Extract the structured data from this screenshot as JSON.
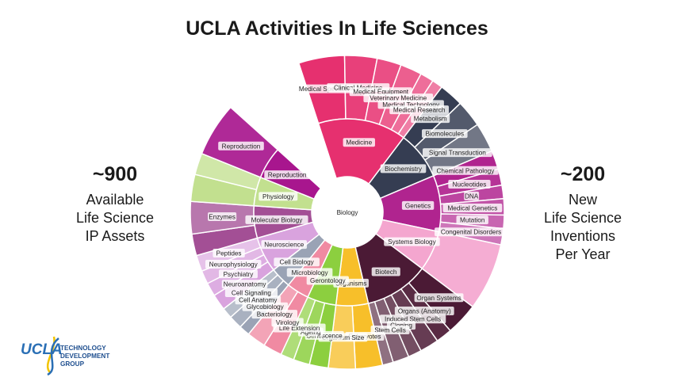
{
  "title": "UCLA Activities In Life Sciences",
  "left_stat": {
    "number": "~900",
    "lines": [
      "Available",
      "Life Science",
      "IP Assets"
    ]
  },
  "right_stat": {
    "number": "~200",
    "lines": [
      "New",
      "Life Science",
      "Inventions",
      "Per Year"
    ]
  },
  "logo": {
    "wordmark": "UCLA",
    "line1": "TECHNOLOGY",
    "line2": "DEVELOPMENT",
    "line3": "GROUP"
  },
  "chart_data": {
    "type": "sunburst",
    "title": "UCLA Activities In Life Sciences",
    "center_label": "Biology",
    "categories": [
      {
        "name": "Medicine",
        "color": "#e6306f",
        "sweep_deg": 55,
        "children": [
          {
            "name": "Medical Specialties",
            "sweep_deg": 17
          },
          {
            "name": "Clinical Medicine",
            "sweep_deg": 12
          },
          {
            "name": "Medical Equipment",
            "sweep_deg": 9
          },
          {
            "name": "Veterinary Medicine",
            "sweep_deg": 8
          },
          {
            "name": "Medical Technology",
            "sweep_deg": 5
          },
          {
            "name": "Medical Research",
            "sweep_deg": 4
          }
        ]
      },
      {
        "name": "Biochemistry",
        "color": "#353d52",
        "sweep_deg": 30,
        "children": [
          {
            "name": "Metabolism",
            "sweep_deg": 9
          },
          {
            "name": "Biomolecules",
            "sweep_deg": 10
          },
          {
            "name": "Signal Transduction",
            "sweep_deg": 11
          }
        ]
      },
      {
        "name": "Genetics",
        "color": "#b0248f",
        "sweep_deg": 35,
        "children": [
          {
            "name": "Chemical Pathology",
            "sweep_deg": 7
          },
          {
            "name": "Nucleotides",
            "sweep_deg": 6
          },
          {
            "name": "DNA",
            "sweep_deg": 5
          },
          {
            "name": "Medical Genetics",
            "sweep_deg": 6
          },
          {
            "name": "Mutation",
            "sweep_deg": 5
          },
          {
            "name": "Congenital Disorders",
            "sweep_deg": 6
          }
        ]
      },
      {
        "name": "Systems Biology",
        "color": "#f4a6cf",
        "sweep_deg": 25,
        "children": [
          {
            "name": "",
            "sweep_deg": 25
          }
        ]
      },
      {
        "name": "Biotech",
        "color": "#4b1a35",
        "sweep_deg": 40,
        "children": [
          {
            "name": "Organ Systems",
            "sweep_deg": 12
          },
          {
            "name": "Organs (Anatomy)",
            "sweep_deg": 6
          },
          {
            "name": "Induced Stem Cells",
            "sweep_deg": 7
          },
          {
            "name": "Cloning",
            "sweep_deg": 5
          },
          {
            "name": "Stem Cells",
            "sweep_deg": 6
          },
          {
            "name": "",
            "sweep_deg": 4
          }
        ]
      },
      {
        "name": "Organisms",
        "color": "#f7bf2a",
        "sweep_deg": 20,
        "children": [
          {
            "name": "Eukaryotes",
            "sweep_deg": 10
          },
          {
            "name": "Organism Size",
            "sweep_deg": 10
          }
        ]
      },
      {
        "name": "Gerontology",
        "color": "#8ccf3f",
        "sweep_deg": 18,
        "children": [
          {
            "name": "Senescence",
            "sweep_deg": 7
          },
          {
            "name": "Ageing",
            "sweep_deg": 6
          },
          {
            "name": "Life Extension",
            "sweep_deg": 5
          }
        ]
      },
      {
        "name": "Microbiology",
        "color": "#f08aa2",
        "sweep_deg": 14,
        "children": [
          {
            "name": "Virology",
            "sweep_deg": 7
          },
          {
            "name": "Bacteriology",
            "sweep_deg": 7
          }
        ]
      },
      {
        "name": "Cell Biology",
        "color": "#9aa3b5",
        "sweep_deg": 13,
        "children": [
          {
            "name": "Glycobiology",
            "sweep_deg": 4
          },
          {
            "name": "Cell Anatomy",
            "sweep_deg": 5
          },
          {
            "name": "Cell Signaling",
            "sweep_deg": 4
          }
        ]
      },
      {
        "name": "Neuroscience",
        "color": "#d9a3de",
        "sweep_deg": 22,
        "children": [
          {
            "name": "Neuroanatomy",
            "sweep_deg": 6
          },
          {
            "name": "Psychiatry",
            "sweep_deg": 5
          },
          {
            "name": "Neurophysiology",
            "sweep_deg": 5
          },
          {
            "name": "Peptides",
            "sweep_deg": 6
          }
        ]
      },
      {
        "name": "Molecular Biology",
        "color": "#a34f95",
        "sweep_deg": 20,
        "children": [
          {
            "name": "",
            "sweep_deg": 8
          },
          {
            "name": "Enzymes",
            "sweep_deg": 12
          }
        ]
      },
      {
        "name": "Physiology",
        "color": "#c2e08f",
        "sweep_deg": 18,
        "children": [
          {
            "name": "",
            "sweep_deg": 10
          },
          {
            "name": "",
            "sweep_deg": 8
          }
        ]
      },
      {
        "name": "Reproduction",
        "color": "#a8168e",
        "sweep_deg": 20,
        "children": [
          {
            "name": "Reproduction",
            "sweep_deg": 20
          }
        ]
      }
    ]
  }
}
